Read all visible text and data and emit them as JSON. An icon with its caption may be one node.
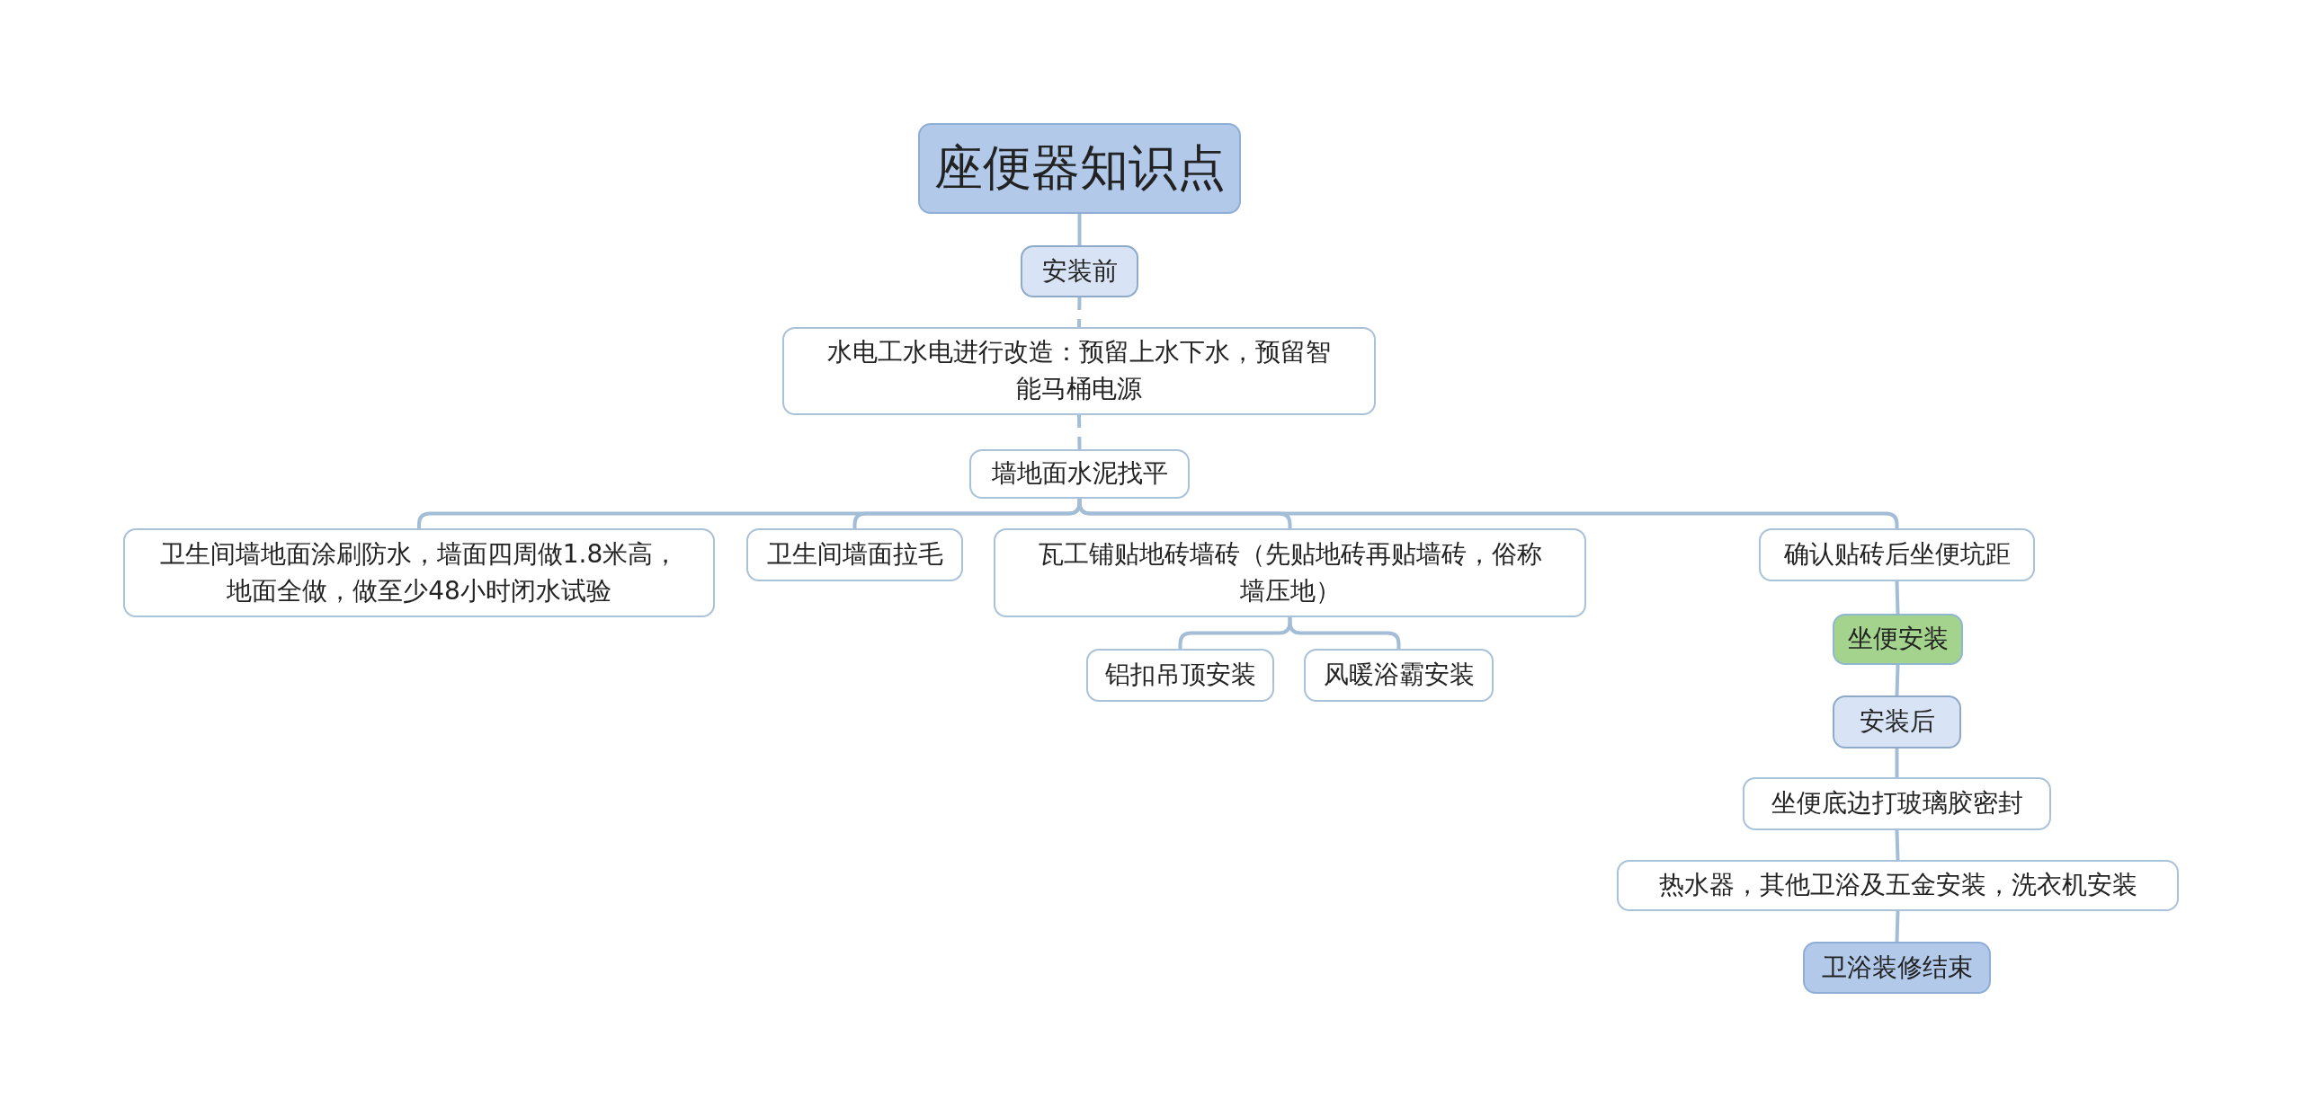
{
  "diagram": {
    "nodes": [
      {
        "text": [
          "座便器知识点"
        ]
      },
      {
        "text": [
          "安装前"
        ]
      },
      {
        "text": [
          "水电工水电进行改造：预留上水下水，预留智能马桶电源"
        ]
      },
      {
        "text": [
          "墙地面水泥找平"
        ]
      },
      {
        "text": [
          "卫生间墙地面涂刷防水，墙面四周做1.8米高，地面全做，做至少48小时闭水试验"
        ]
      },
      {
        "text": [
          "卫生间墙面拉毛"
        ]
      },
      {
        "text": [
          "瓦工铺贴地砖墙砖（先贴地砖再贴墙砖，俗称墙压地）"
        ]
      },
      {
        "text": [
          "铝扣吊顶安装"
        ]
      },
      {
        "text": [
          "风暖浴霸安装"
        ]
      },
      {
        "text": [
          "确认贴砖后坐便坑距"
        ]
      },
      {
        "text": [
          "坐便安装"
        ]
      },
      {
        "text": [
          "安装后"
        ]
      },
      {
        "text": [
          "坐便底边打玻璃胶密封"
        ]
      },
      {
        "text": [
          "热水器，其他卫浴及五金安装，洗衣机安装"
        ]
      },
      {
        "text": [
          "卫浴装修结束"
        ]
      }
    ],
    "edges": [
      {
        "from": 0,
        "to": 1,
        "arrow": "none"
      },
      {
        "from": 1,
        "to": 2,
        "arrow": "none",
        "style": "dashed"
      },
      {
        "from": 2,
        "to": 3,
        "arrow": "none",
        "style": "dashed"
      },
      {
        "from": 3,
        "to": 4,
        "arrow": "none"
      },
      {
        "from": 3,
        "to": 5,
        "arrow": "none"
      },
      {
        "from": 3,
        "to": 6,
        "arrow": "none"
      },
      {
        "from": 3,
        "to": 9,
        "arrow": "none"
      },
      {
        "from": 6,
        "to": 7,
        "arrow": "none"
      },
      {
        "from": 6,
        "to": 8,
        "arrow": "none"
      },
      {
        "from": 9,
        "to": 10,
        "arrow": "none"
      },
      {
        "from": 10,
        "to": 11,
        "arrow": "none"
      },
      {
        "from": 11,
        "to": 12,
        "arrow": "none"
      },
      {
        "from": 12,
        "to": 13,
        "arrow": "none"
      },
      {
        "from": 13,
        "to": 14,
        "arrow": "none"
      }
    ]
  }
}
